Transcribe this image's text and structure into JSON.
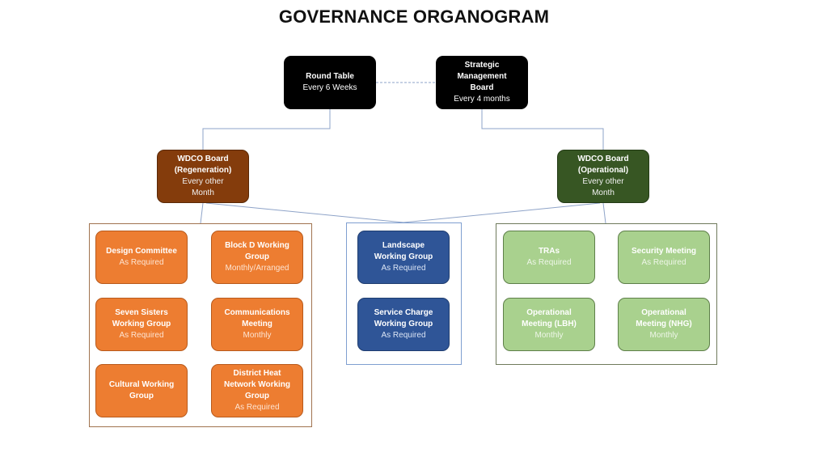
{
  "title": "GOVERNANCE ORGANOGRAM",
  "top_level": [
    {
      "name": "Round Table",
      "frequency": "Every 6 Weeks"
    },
    {
      "name": "Strategic Management Board",
      "frequency": "Every 4 months"
    }
  ],
  "boards": [
    {
      "name": "WDCO Board (Regeneration)",
      "frequency": "Every other Month",
      "color": "#843c0c"
    },
    {
      "name": "WDCO Board (Operational)",
      "frequency": "Every other Month",
      "color": "#375623"
    }
  ],
  "groups": {
    "regeneration": {
      "color": "#ed7d31",
      "items": [
        {
          "name": "Design Committee",
          "frequency": "As Required"
        },
        {
          "name": "Block D Working Group",
          "frequency": "Monthly/Arranged"
        },
        {
          "name": "Seven Sisters Working Group",
          "frequency": "As Required"
        },
        {
          "name": "Communications Meeting",
          "frequency": "Monthly"
        },
        {
          "name": "Cultural Working Group",
          "frequency": ""
        },
        {
          "name": "District Heat Network Working Group",
          "frequency": "As Required"
        }
      ]
    },
    "shared": {
      "color": "#2f5597",
      "items": [
        {
          "name": "Landscape Working Group",
          "frequency": "As Required"
        },
        {
          "name": "Service Charge Working Group",
          "frequency": "As Required"
        }
      ]
    },
    "operational": {
      "color": "#a9d18e",
      "items": [
        {
          "name": "TRAs",
          "frequency": "As Required"
        },
        {
          "name": "Security Meeting",
          "frequency": "As Required"
        },
        {
          "name": "Operational Meeting (LBH)",
          "frequency": "Monthly"
        },
        {
          "name": "Operational Meeting (NHG)",
          "frequency": "Monthly"
        }
      ]
    }
  }
}
